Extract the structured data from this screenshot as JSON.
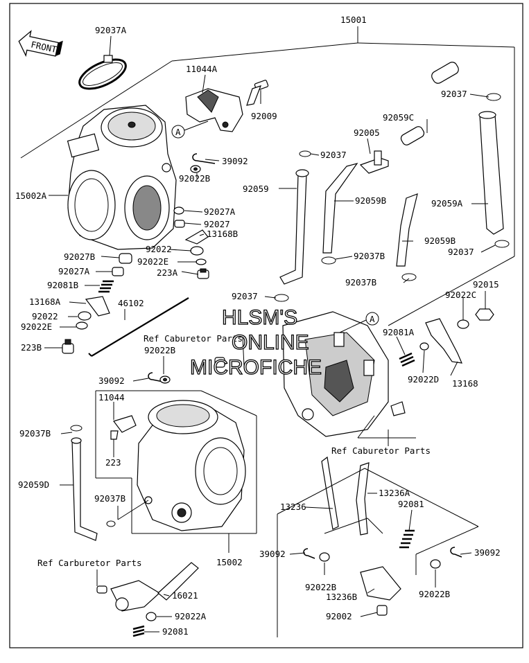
{
  "front_arrow": {
    "label": "FRONT"
  },
  "callouts": {
    "a1": "A",
    "a2": "A"
  },
  "watermark": {
    "line1": "HLSM'S",
    "line2": "ONLINE",
    "line3": "MICROFICHE"
  },
  "refs": {
    "ref_top": "Ref Caburetor Parts",
    "ref_right": "Ref Caburetor Parts",
    "ref_bottom": "Ref Carburetor Parts"
  },
  "parts": {
    "p15001": "15001",
    "p92037A": "92037A",
    "p11044A": "11044A",
    "p92009": "92009",
    "p92037_top": "92037",
    "p39092_top": "39092",
    "p92059C": "92059C",
    "p92005": "92005",
    "p92037_mid": "92037",
    "p15002A": "15002A",
    "p92022B_top": "92022B",
    "p92059": "92059",
    "p92059B_1": "92059B",
    "p92059A": "92059A",
    "p92027A_1": "92027A",
    "p92027": "92027",
    "p13168B": "13168B",
    "p92059B_2": "92059B",
    "p92022_top": "92022",
    "p92027B": "92027B",
    "p92037B_1": "92037B",
    "p92037_r": "92037",
    "p92022E_top": "92022E",
    "p92027A_2": "92027A",
    "p223A": "223A",
    "p92081B": "92081B",
    "p92037_c": "92037",
    "p92037B_2": "92037B",
    "p92015": "92015",
    "p13168A": "13168A",
    "p46102": "46102",
    "p92022C": "92022C",
    "p92022_l": "92022",
    "p92022E_l": "92022E",
    "p92081A": "92081A",
    "p223B": "223B",
    "p92022B_mid": "92022B",
    "p92022D": "92022D",
    "p39092_mid": "39092",
    "p13168": "13168",
    "p11044": "11044",
    "p92037B_3": "92037B",
    "p223": "223",
    "p92059D": "92059D",
    "p92037B_4": "92037B",
    "p13236A": "13236A",
    "p13236": "13236",
    "p92081_r": "92081",
    "p39092_bl": "39092",
    "p15002": "15002",
    "p39092_br": "39092",
    "p16021": "16021",
    "p92022B_b1": "92022B",
    "p13236B": "13236B",
    "p92022B_b2": "92022B",
    "p92022A": "92022A",
    "p92002": "92002",
    "p92081_b": "92081"
  }
}
